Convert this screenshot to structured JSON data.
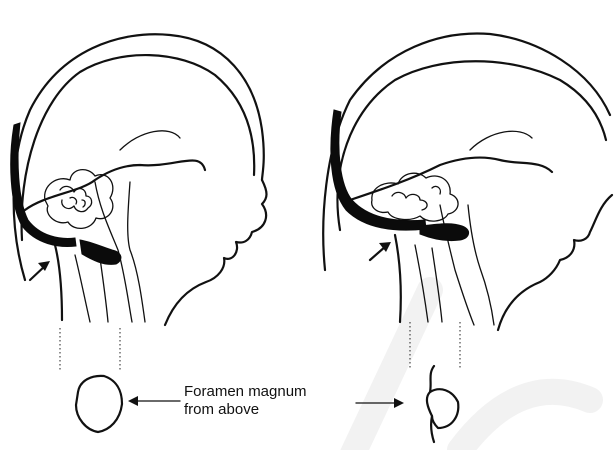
{
  "figure": {
    "caption_line1": "Foramen magnum",
    "caption_line2": "from above",
    "panels": [
      "normal-head",
      "chiari-head"
    ]
  },
  "colors": {
    "ink": "#111111",
    "watermark": "#f0f0f0"
  },
  "icons": [
    "arrow-icon",
    "arrow-icon",
    "double-arrow-icon"
  ]
}
